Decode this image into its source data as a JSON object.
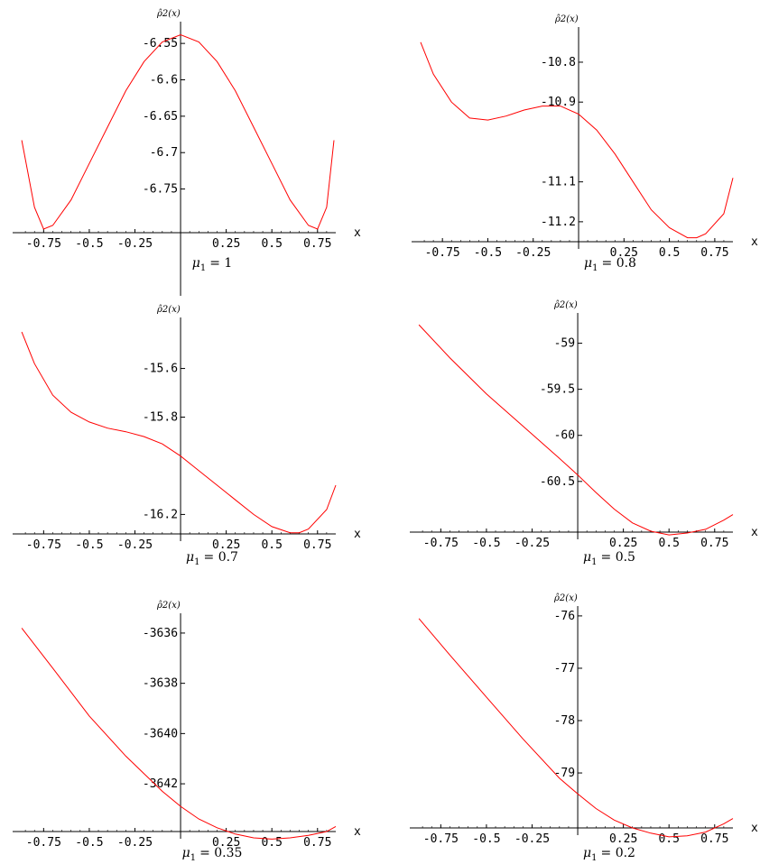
{
  "chart_data": [
    {
      "type": "line",
      "ylabel": "ρ̂2(x)",
      "xlabel": "x",
      "caption_symbol": "μ",
      "caption_sub": "1",
      "caption_value": "= 1",
      "xlim": [
        -0.9,
        0.85
      ],
      "ylim": [
        -6.81,
        -6.53
      ],
      "x_ticks": [
        "-0.75",
        "-0.5",
        "-0.25",
        "0.25",
        "0.5",
        "0.75"
      ],
      "y_ticks": [
        "-6.55",
        "-6.6",
        "-6.65",
        "-6.7",
        "-6.75"
      ],
      "series": [
        {
          "color": "#ff0000",
          "x": [
            -0.87,
            -0.8,
            -0.75,
            -0.7,
            -0.6,
            -0.5,
            -0.4,
            -0.3,
            -0.2,
            -0.1,
            0.0,
            0.1,
            0.2,
            0.3,
            0.4,
            0.5,
            0.6,
            0.7,
            0.75,
            0.8,
            0.84
          ],
          "y": [
            -6.683,
            -6.775,
            -6.805,
            -6.8,
            -6.765,
            -6.715,
            -6.665,
            -6.615,
            -6.575,
            -6.548,
            -6.538,
            -6.548,
            -6.575,
            -6.615,
            -6.665,
            -6.715,
            -6.765,
            -6.8,
            -6.805,
            -6.775,
            -6.683
          ]
        }
      ]
    },
    {
      "type": "line",
      "ylabel": "ρ̂2(x)",
      "xlabel": "x",
      "caption_symbol": "μ",
      "caption_sub": "1",
      "caption_value": "= 0.8",
      "xlim": [
        -0.9,
        0.85
      ],
      "ylim": [
        -11.25,
        -10.73
      ],
      "x_ticks": [
        "-0.75",
        "-0.5",
        "-0.25",
        "0.25",
        "0.5",
        "0.75"
      ],
      "y_ticks": [
        "-10.8",
        "-10.9",
        "-11.1",
        "-11.2"
      ],
      "series": [
        {
          "color": "#ff0000",
          "x": [
            -0.87,
            -0.8,
            -0.7,
            -0.6,
            -0.5,
            -0.4,
            -0.3,
            -0.2,
            -0.1,
            0.0,
            0.1,
            0.2,
            0.3,
            0.4,
            0.5,
            0.6,
            0.65,
            0.7,
            0.8,
            0.85
          ],
          "y": [
            -10.75,
            -10.83,
            -10.9,
            -10.94,
            -10.945,
            -10.935,
            -10.92,
            -10.91,
            -10.91,
            -10.93,
            -10.97,
            -11.03,
            -11.1,
            -11.17,
            -11.215,
            -11.24,
            -11.24,
            -11.23,
            -11.18,
            -11.09
          ]
        }
      ]
    },
    {
      "type": "line",
      "ylabel": "ρ̂2(x)",
      "xlabel": "x",
      "caption_symbol": "μ",
      "caption_sub": "1",
      "caption_value": "= 0.7",
      "xlim": [
        -0.9,
        0.85
      ],
      "ylim": [
        -16.28,
        -15.42
      ],
      "x_ticks": [
        "-0.75",
        "-0.5",
        "-0.25",
        "0.25",
        "0.5",
        "0.75"
      ],
      "y_ticks": [
        "-15.6",
        "-15.8",
        "-16.2"
      ],
      "series": [
        {
          "color": "#ff0000",
          "x": [
            -0.87,
            -0.8,
            -0.7,
            -0.6,
            -0.5,
            -0.4,
            -0.3,
            -0.2,
            -0.1,
            0.0,
            0.1,
            0.2,
            0.3,
            0.4,
            0.5,
            0.6,
            0.65,
            0.7,
            0.8,
            0.85
          ],
          "y": [
            -15.45,
            -15.58,
            -15.71,
            -15.78,
            -15.82,
            -15.845,
            -15.86,
            -15.88,
            -15.91,
            -15.96,
            -16.02,
            -16.08,
            -16.14,
            -16.2,
            -16.25,
            -16.275,
            -16.275,
            -16.26,
            -16.18,
            -16.08
          ]
        }
      ]
    },
    {
      "type": "line",
      "ylabel": "ρ̂2(x)",
      "xlabel": "x",
      "caption_symbol": "μ",
      "caption_sub": "1",
      "caption_value": "= 0.5",
      "xlim": [
        -0.9,
        0.85
      ],
      "ylim": [
        -61.05,
        -58.75
      ],
      "x_ticks": [
        "-0.75",
        "-0.5",
        "-0.25",
        "0.25",
        "0.5",
        "0.75"
      ],
      "y_ticks": [
        "-59",
        "-59.5",
        "-60",
        "-60.5"
      ],
      "series": [
        {
          "color": "#ff0000",
          "x": [
            -0.87,
            -0.7,
            -0.5,
            -0.3,
            -0.1,
            0.0,
            0.1,
            0.2,
            0.3,
            0.4,
            0.5,
            0.6,
            0.7,
            0.8,
            0.85
          ],
          "y": [
            -58.8,
            -59.16,
            -59.55,
            -59.9,
            -60.25,
            -60.43,
            -60.62,
            -60.8,
            -60.95,
            -61.04,
            -61.08,
            -61.06,
            -61.02,
            -60.92,
            -60.86
          ]
        }
      ]
    },
    {
      "type": "line",
      "ylabel": "ρ̂2(x)",
      "xlabel": "x",
      "caption_symbol": "μ",
      "caption_sub": "1",
      "caption_value": "= 0.35",
      "xlim": [
        -0.9,
        0.85
      ],
      "ylim": [
        -3643.9,
        -3635.5
      ],
      "x_ticks": [
        "-0.75",
        "-0.5",
        "-0.25",
        "0.25",
        "0.5",
        "0.75"
      ],
      "y_ticks": [
        "-3636",
        "-3638",
        "-3640",
        "-3642"
      ],
      "series": [
        {
          "color": "#ff0000",
          "x": [
            -0.87,
            -0.7,
            -0.5,
            -0.3,
            -0.1,
            0.0,
            0.1,
            0.2,
            0.3,
            0.4,
            0.5,
            0.6,
            0.7,
            0.8,
            0.85
          ],
          "y": [
            -3635.8,
            -3637.4,
            -3639.3,
            -3640.9,
            -3642.3,
            -3642.9,
            -3643.4,
            -3643.75,
            -3644.0,
            -3644.15,
            -3644.2,
            -3644.15,
            -3644.05,
            -3643.9,
            -3643.7
          ]
        }
      ]
    },
    {
      "type": "line",
      "ylabel": "ρ̂2(x)",
      "xlabel": "x",
      "caption_symbol": "μ",
      "caption_sub": "1",
      "caption_value": "= 0.2",
      "xlim": [
        -0.9,
        0.85
      ],
      "ylim": [
        -80.05,
        -75.95
      ],
      "x_ticks": [
        "-0.75",
        "-0.5",
        "-0.25",
        "0.25",
        "0.5",
        "0.75"
      ],
      "y_ticks": [
        "-76",
        "-77",
        "-78",
        "-79"
      ],
      "series": [
        {
          "color": "#ff0000",
          "x": [
            -0.87,
            -0.7,
            -0.5,
            -0.3,
            -0.1,
            0.0,
            0.1,
            0.2,
            0.3,
            0.4,
            0.5,
            0.6,
            0.7,
            0.8,
            0.85
          ],
          "y": [
            -76.05,
            -76.75,
            -77.55,
            -78.35,
            -79.1,
            -79.4,
            -79.68,
            -79.9,
            -80.05,
            -80.15,
            -80.22,
            -80.2,
            -80.13,
            -79.97,
            -79.87
          ]
        }
      ]
    }
  ]
}
